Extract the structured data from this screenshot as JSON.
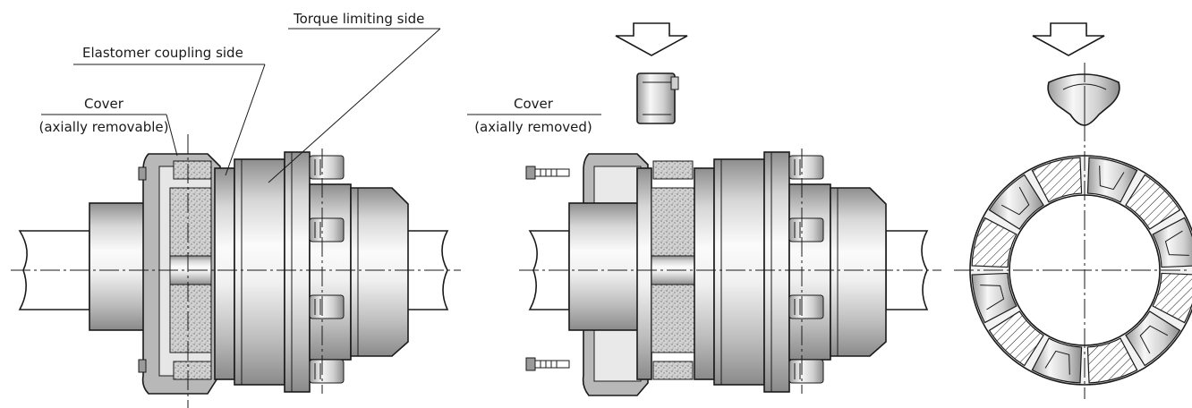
{
  "labels": {
    "torque_limiting_side": "Torque limiting side",
    "elastomer_coupling_side": "Elastomer coupling side",
    "cover_left_line1": "Cover",
    "cover_left_line2": "(axially removable)",
    "cover_mid_line1": "Cover",
    "cover_mid_line2": "(axially removed)"
  },
  "colors": {
    "line": "#1a1a1a",
    "metal_light": "#f4f4f4",
    "metal_mid": "#c9c9c9",
    "metal_dark": "#9a9a9a",
    "cover_fill": "#b5b5b5",
    "elastomer": "#d0d0d0"
  },
  "icons": {
    "arrow_down": "arrow-down-icon"
  }
}
